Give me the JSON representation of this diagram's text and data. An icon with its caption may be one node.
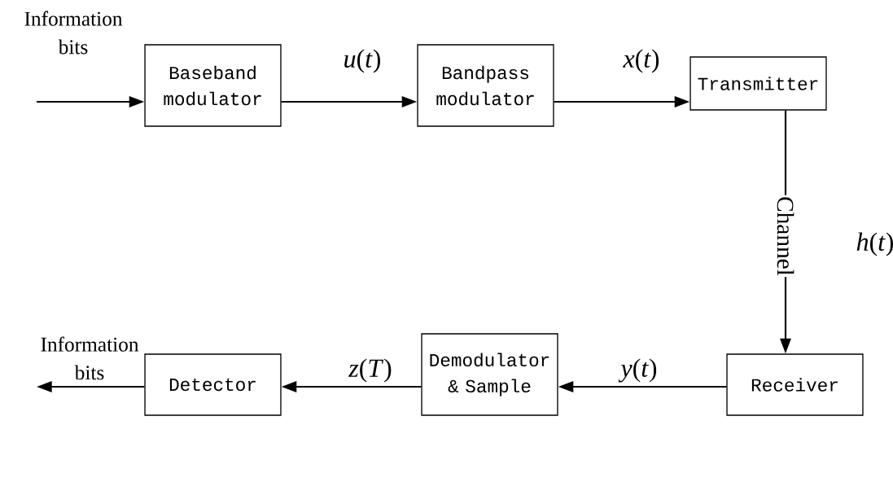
{
  "diagram": {
    "nodes": [
      {
        "text": [
          "Baseband modulator"
        ]
      },
      {
        "text": [
          "Bandpass modulator"
        ]
      },
      {
        "text": [
          "Transmitter"
        ]
      },
      {
        "text": [
          "Receiver"
        ]
      },
      {
        "text": [
          "Demodulator & Sample"
        ]
      },
      {
        "text": [
          "Detector"
        ]
      }
    ],
    "edges": [
      {
        "from": null,
        "to": 0,
        "arrow": "to",
        "label": "Information bits"
      },
      {
        "from": 0,
        "to": 1,
        "arrow": "to",
        "label": "*u*(*t*)"
      },
      {
        "from": 1,
        "to": 2,
        "arrow": "to",
        "label": "*x*(*t*)"
      },
      {
        "from": 2,
        "to": 3,
        "arrow": "to",
        "label": "Channel"
      },
      {
        "from": 3,
        "to": 4,
        "arrow": "to",
        "label": "*y*(*t*)"
      },
      {
        "from": 4,
        "to": 5,
        "arrow": "to",
        "label": "*z*(*T*)"
      },
      {
        "from": 5,
        "to": null,
        "arrow": "to",
        "label": "Information bits"
      }
    ],
    "labels": [
      "*h*(*t*)"
    ]
  }
}
